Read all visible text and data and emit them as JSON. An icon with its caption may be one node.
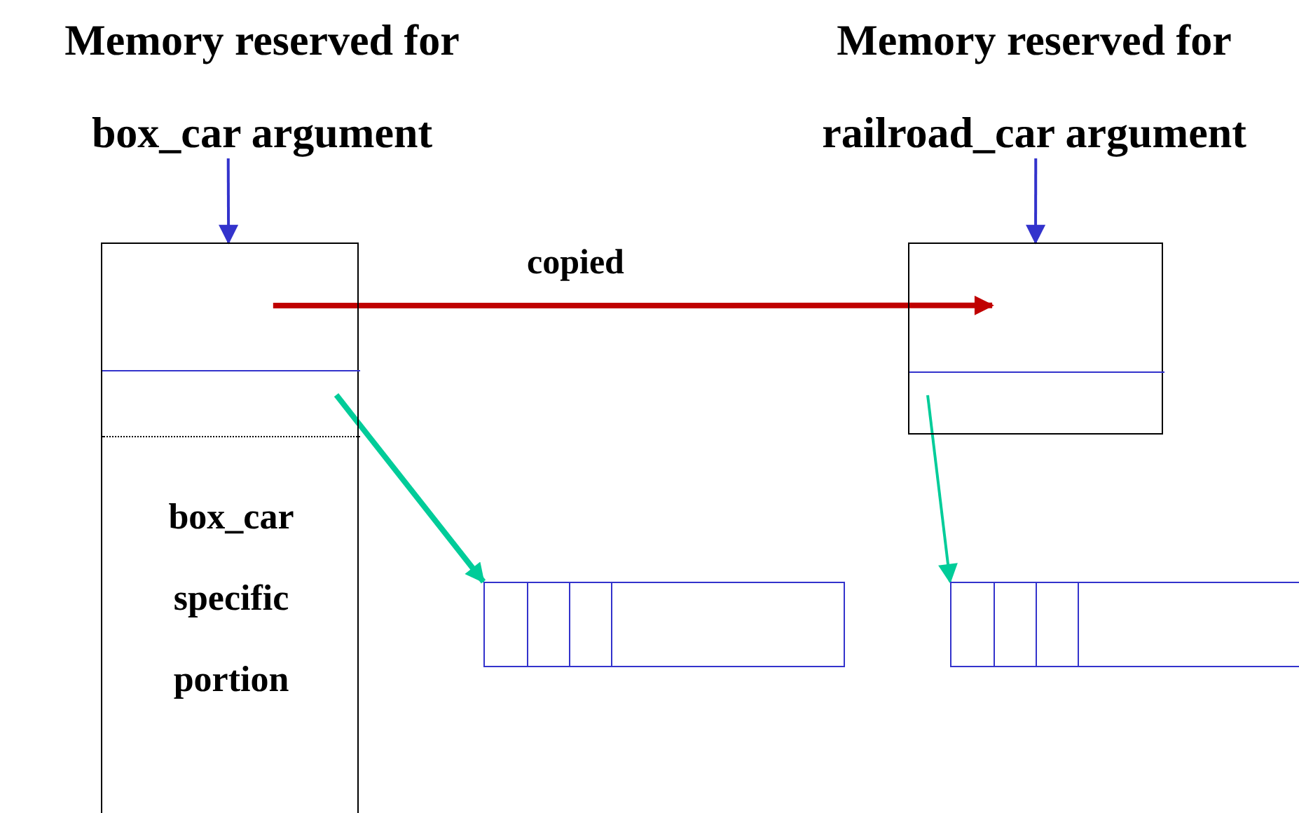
{
  "diagram": {
    "nodes": [
      {
        "text": [
          "Memory reserved for box_car argument"
        ]
      },
      {
        "text": [
          "Memory reserved for railroad_car argument"
        ]
      },
      {
        "text": [],
        "shape": "box"
      },
      {
        "text": [],
        "shape": "box",
        "in": 2
      },
      {
        "text": [
          "box_car specific portion"
        ],
        "in": 2
      },
      {
        "text": [],
        "shape": "box"
      },
      {
        "text": [],
        "shape": "box",
        "in": 5
      },
      {
        "text": [],
        "shape": "box"
      },
      {
        "text": [],
        "shape": "box"
      }
    ],
    "edges": [
      {
        "from": 0,
        "to": 2,
        "arrow": "to",
        "color": "#3333cc"
      },
      {
        "from": 1,
        "to": 5,
        "arrow": "to",
        "color": "#3333cc"
      },
      {
        "from": 2,
        "to": 5,
        "arrow": "to",
        "label": "copied",
        "style": "thick",
        "color": "#c00000"
      },
      {
        "from": 3,
        "to": 7,
        "arrow": "to",
        "style": "thick",
        "color": "#00cc99"
      },
      {
        "from": 6,
        "to": 8,
        "arrow": "to",
        "color": "#00cc99"
      }
    ]
  }
}
